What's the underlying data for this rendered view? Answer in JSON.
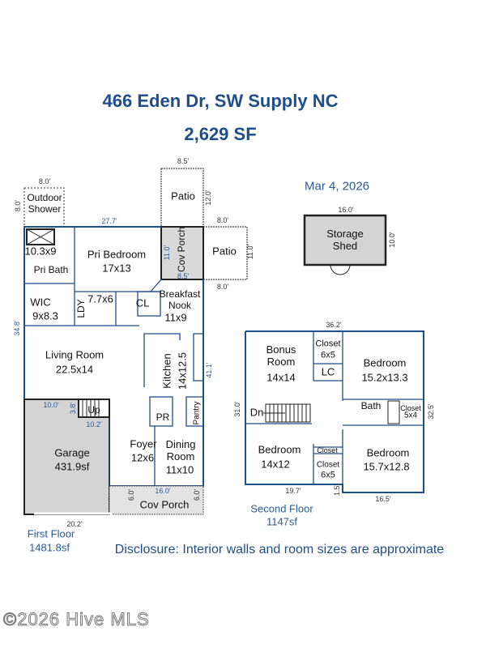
{
  "header": {
    "address": "466 Eden Dr, SW Supply NC",
    "total_sf": "2,629 SF",
    "date": "Mar 4, 2026"
  },
  "first_floor": {
    "label": "First Floor",
    "area": "1481.8sf",
    "rooms": {
      "outdoor_shower": "Outdoor\nShower",
      "patio_top": "Patio",
      "patio_right": "Patio",
      "cov_porch_side": "Cov Porch",
      "pri_bath_size": "10.3x9",
      "pri_bath": "Pri Bath",
      "pri_bedroom": "Pri Bedroom",
      "pri_bedroom_size": "17x13",
      "wic": "WIC",
      "wic_size": "9x8.3",
      "ldy": "LDY",
      "ldy_size": "7.7x6",
      "cl": "CL",
      "breakfast": "Breakfast\nNook",
      "breakfast_size": "11x9",
      "living": "Living Room",
      "living_size": "22.5x14",
      "kitchen": "Kitchen",
      "kitchen_size": "14x12.5",
      "pr": "PR",
      "pantry": "Pantry",
      "up": "Up",
      "garage": "Garage",
      "garage_size": "431.9sf",
      "foyer": "Foyer",
      "foyer_size": "12x6",
      "dining": "Dining\nRoom",
      "dining_size": "11x10",
      "cov_porch_front": "Cov Porch"
    },
    "dims": {
      "shower_w": "8.0'",
      "shower_h": "8.0'",
      "patio_w": "8.5'",
      "patio_h": "12.0'",
      "top": "27.7'",
      "patio2_top": "8.0'",
      "patio2_bottom": "8.0'",
      "patio2_h": "11.0'",
      "porch_h": "11.0'",
      "porch_w": "8.5'",
      "left": "34.8'",
      "right": "41.1'",
      "garage_top": "10.0'",
      "stair_h": "3.8'",
      "stair_w": "10.2'",
      "front_porch_w": "16.0'",
      "front_porch_l": "6.0'",
      "front_porch_r": "6.0'",
      "bottom": "20.2'"
    }
  },
  "second_floor": {
    "label": "Second Floor",
    "area": "1147sf",
    "rooms": {
      "bonus": "Bonus\nRoom",
      "bonus_size": "14x14",
      "closet1": "Closet",
      "closet1_size": "6x5",
      "lc": "LC",
      "bed1": "Bedroom",
      "bed1_size": "15.2x13.3",
      "bath": "Bath",
      "closet2": "Closet",
      "closet2_size": "5x4",
      "dn": "Dn",
      "bed2": "Bedroom",
      "bed2_size": "14x12",
      "closet3": "Closet",
      "closet4": "Closet",
      "closet4_size": "6x5",
      "bed3": "Bedroom",
      "bed3_size": "15.7x12.8"
    },
    "dims": {
      "top": "36.2'",
      "left": "31.0'",
      "right": "32.5'",
      "bottom_left": "19.7'",
      "step": "1.5'",
      "bottom_right": "16.5'"
    }
  },
  "shed": {
    "label": "Storage\nShed",
    "w": "16.0'",
    "h": "10.0'"
  },
  "disclosure": "Disclosure: Interior walls and room sizes are approximate",
  "watermark": "©2026 Hive MLS"
}
